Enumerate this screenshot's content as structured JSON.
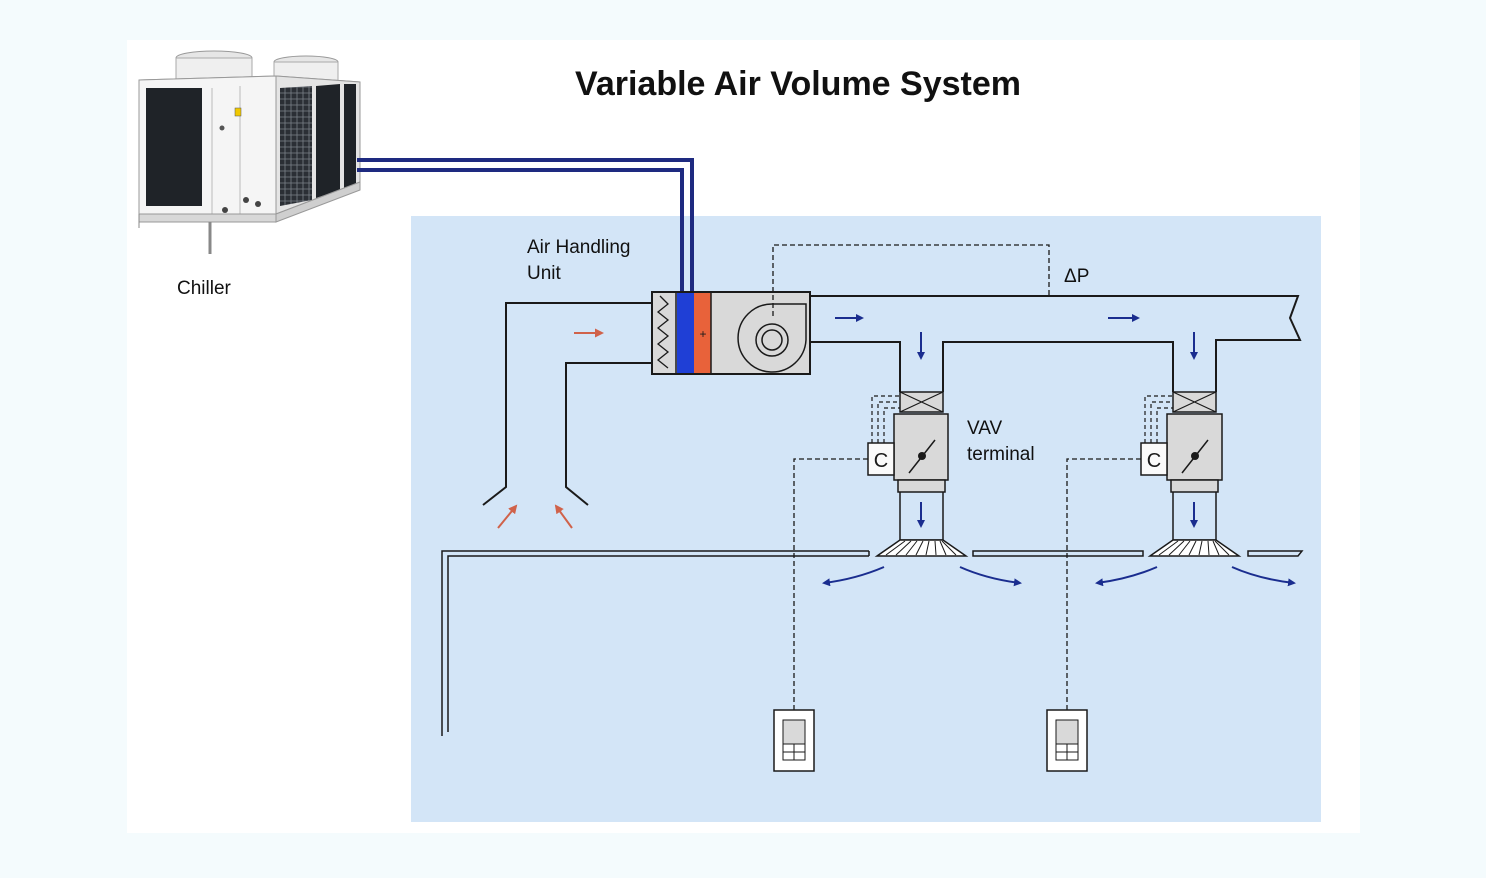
{
  "title": "Variable Air Volume System",
  "labels": {
    "chiller": "Chiller",
    "ahu_line1": "Air Handling",
    "ahu_line2": "Unit",
    "delta_p": "ΔP",
    "vav_line1": "VAV",
    "vav_line2": "terminal",
    "controller_symbol_1": "C",
    "controller_symbol_2": "C",
    "coil_symbol": "+"
  },
  "colors": {
    "page_bg": "#f4fbfd",
    "panel_bg": "#ffffff",
    "building_bg": "#d3e5f7",
    "line": "#1a1a1a",
    "chilled_water_pipe": "#1e2a80",
    "cooling_coil": "#1f3fd6",
    "heating_coil": "#e8623a",
    "airflow_arrow": "#1a2d8f",
    "outside_air_arrow": "#d0624a",
    "equipment_fill": "#d9d9d9"
  },
  "icons": [
    "chiller-unit-icon",
    "fan-icon",
    "filter-icon",
    "damper-icon",
    "diffuser-icon",
    "thermostat-icon"
  ]
}
